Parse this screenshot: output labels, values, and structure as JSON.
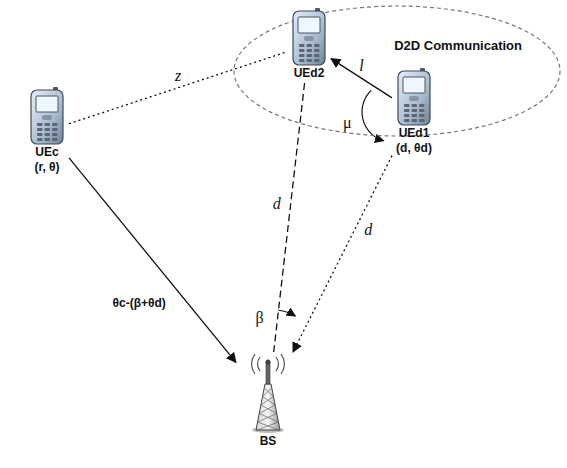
{
  "diagram": {
    "nodes": [
      {
        "text": [
          "D2D Communication"
        ]
      },
      {
        "text": [
          "UEd2"
        ],
        "in": 0
      },
      {
        "text": [
          "UEd1",
          "(d, θd)"
        ],
        "in": 0
      },
      {
        "text": [
          "UEc",
          "(r, θ)"
        ]
      },
      {
        "text": [
          "BS"
        ]
      }
    ],
    "edges": [
      {
        "from": 3,
        "to": 1,
        "arrow": "none",
        "label": "z"
      },
      {
        "from": 2,
        "to": 1,
        "arrow": "to",
        "label": "l"
      },
      {
        "from": 1,
        "to": 4,
        "arrow": "none",
        "label": "d"
      },
      {
        "from": 2,
        "to": 4,
        "arrow": "to",
        "label": "d"
      },
      {
        "from": 3,
        "to": 4,
        "arrow": "to",
        "label": "θc-(β+θd)"
      }
    ],
    "labels": [
      "μ",
      "β"
    ]
  }
}
